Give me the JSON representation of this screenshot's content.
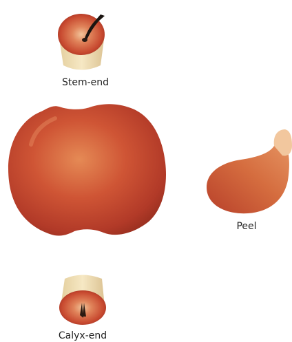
{
  "parts": {
    "stem_end": {
      "label": "Stem-end"
    },
    "peel": {
      "label": "Peel"
    },
    "calyx_end": {
      "label": "Calyx-end"
    }
  },
  "colors": {
    "apple_red": "#c9402c",
    "apple_orange": "#d97a45",
    "flesh_cream": "#f0dfb4",
    "stem_dark": "#1a1410",
    "label_text": "#222222"
  }
}
